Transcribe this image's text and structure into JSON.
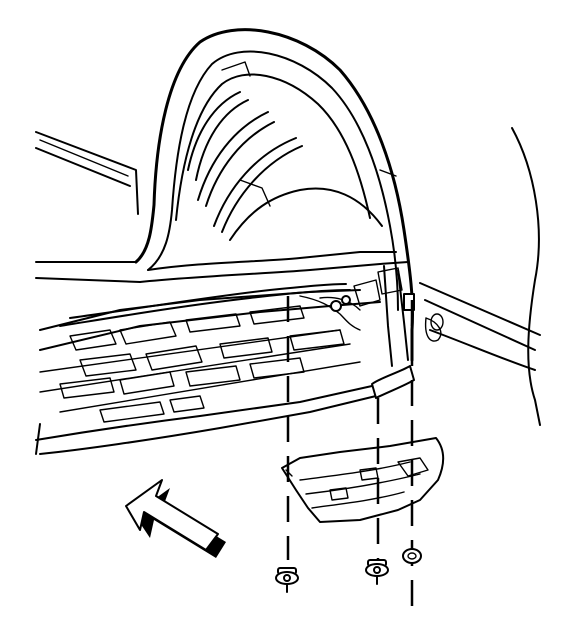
{
  "diagram": {
    "components": [
      {
        "id": "wheelhouse-liner",
        "icon": "wheelhouse-liner-shape"
      },
      {
        "id": "fender-panel",
        "icon": "fender-panel-shape"
      },
      {
        "id": "floor-pan",
        "icon": "floor-pan-shape"
      },
      {
        "id": "rocker-splash-shield",
        "icon": "splash-shield-shape"
      },
      {
        "id": "push-pin-retainer-left",
        "icon": "push-pin-retainer-icon"
      },
      {
        "id": "push-pin-retainer-center",
        "icon": "push-pin-retainer-icon"
      },
      {
        "id": "screw-fastener-right",
        "icon": "screw-fastener-icon"
      },
      {
        "id": "direction-arrow",
        "icon": "forward-arrow-icon"
      }
    ],
    "fastener_count": 3,
    "line_color": "#000000",
    "background_color": "#ffffff"
  }
}
